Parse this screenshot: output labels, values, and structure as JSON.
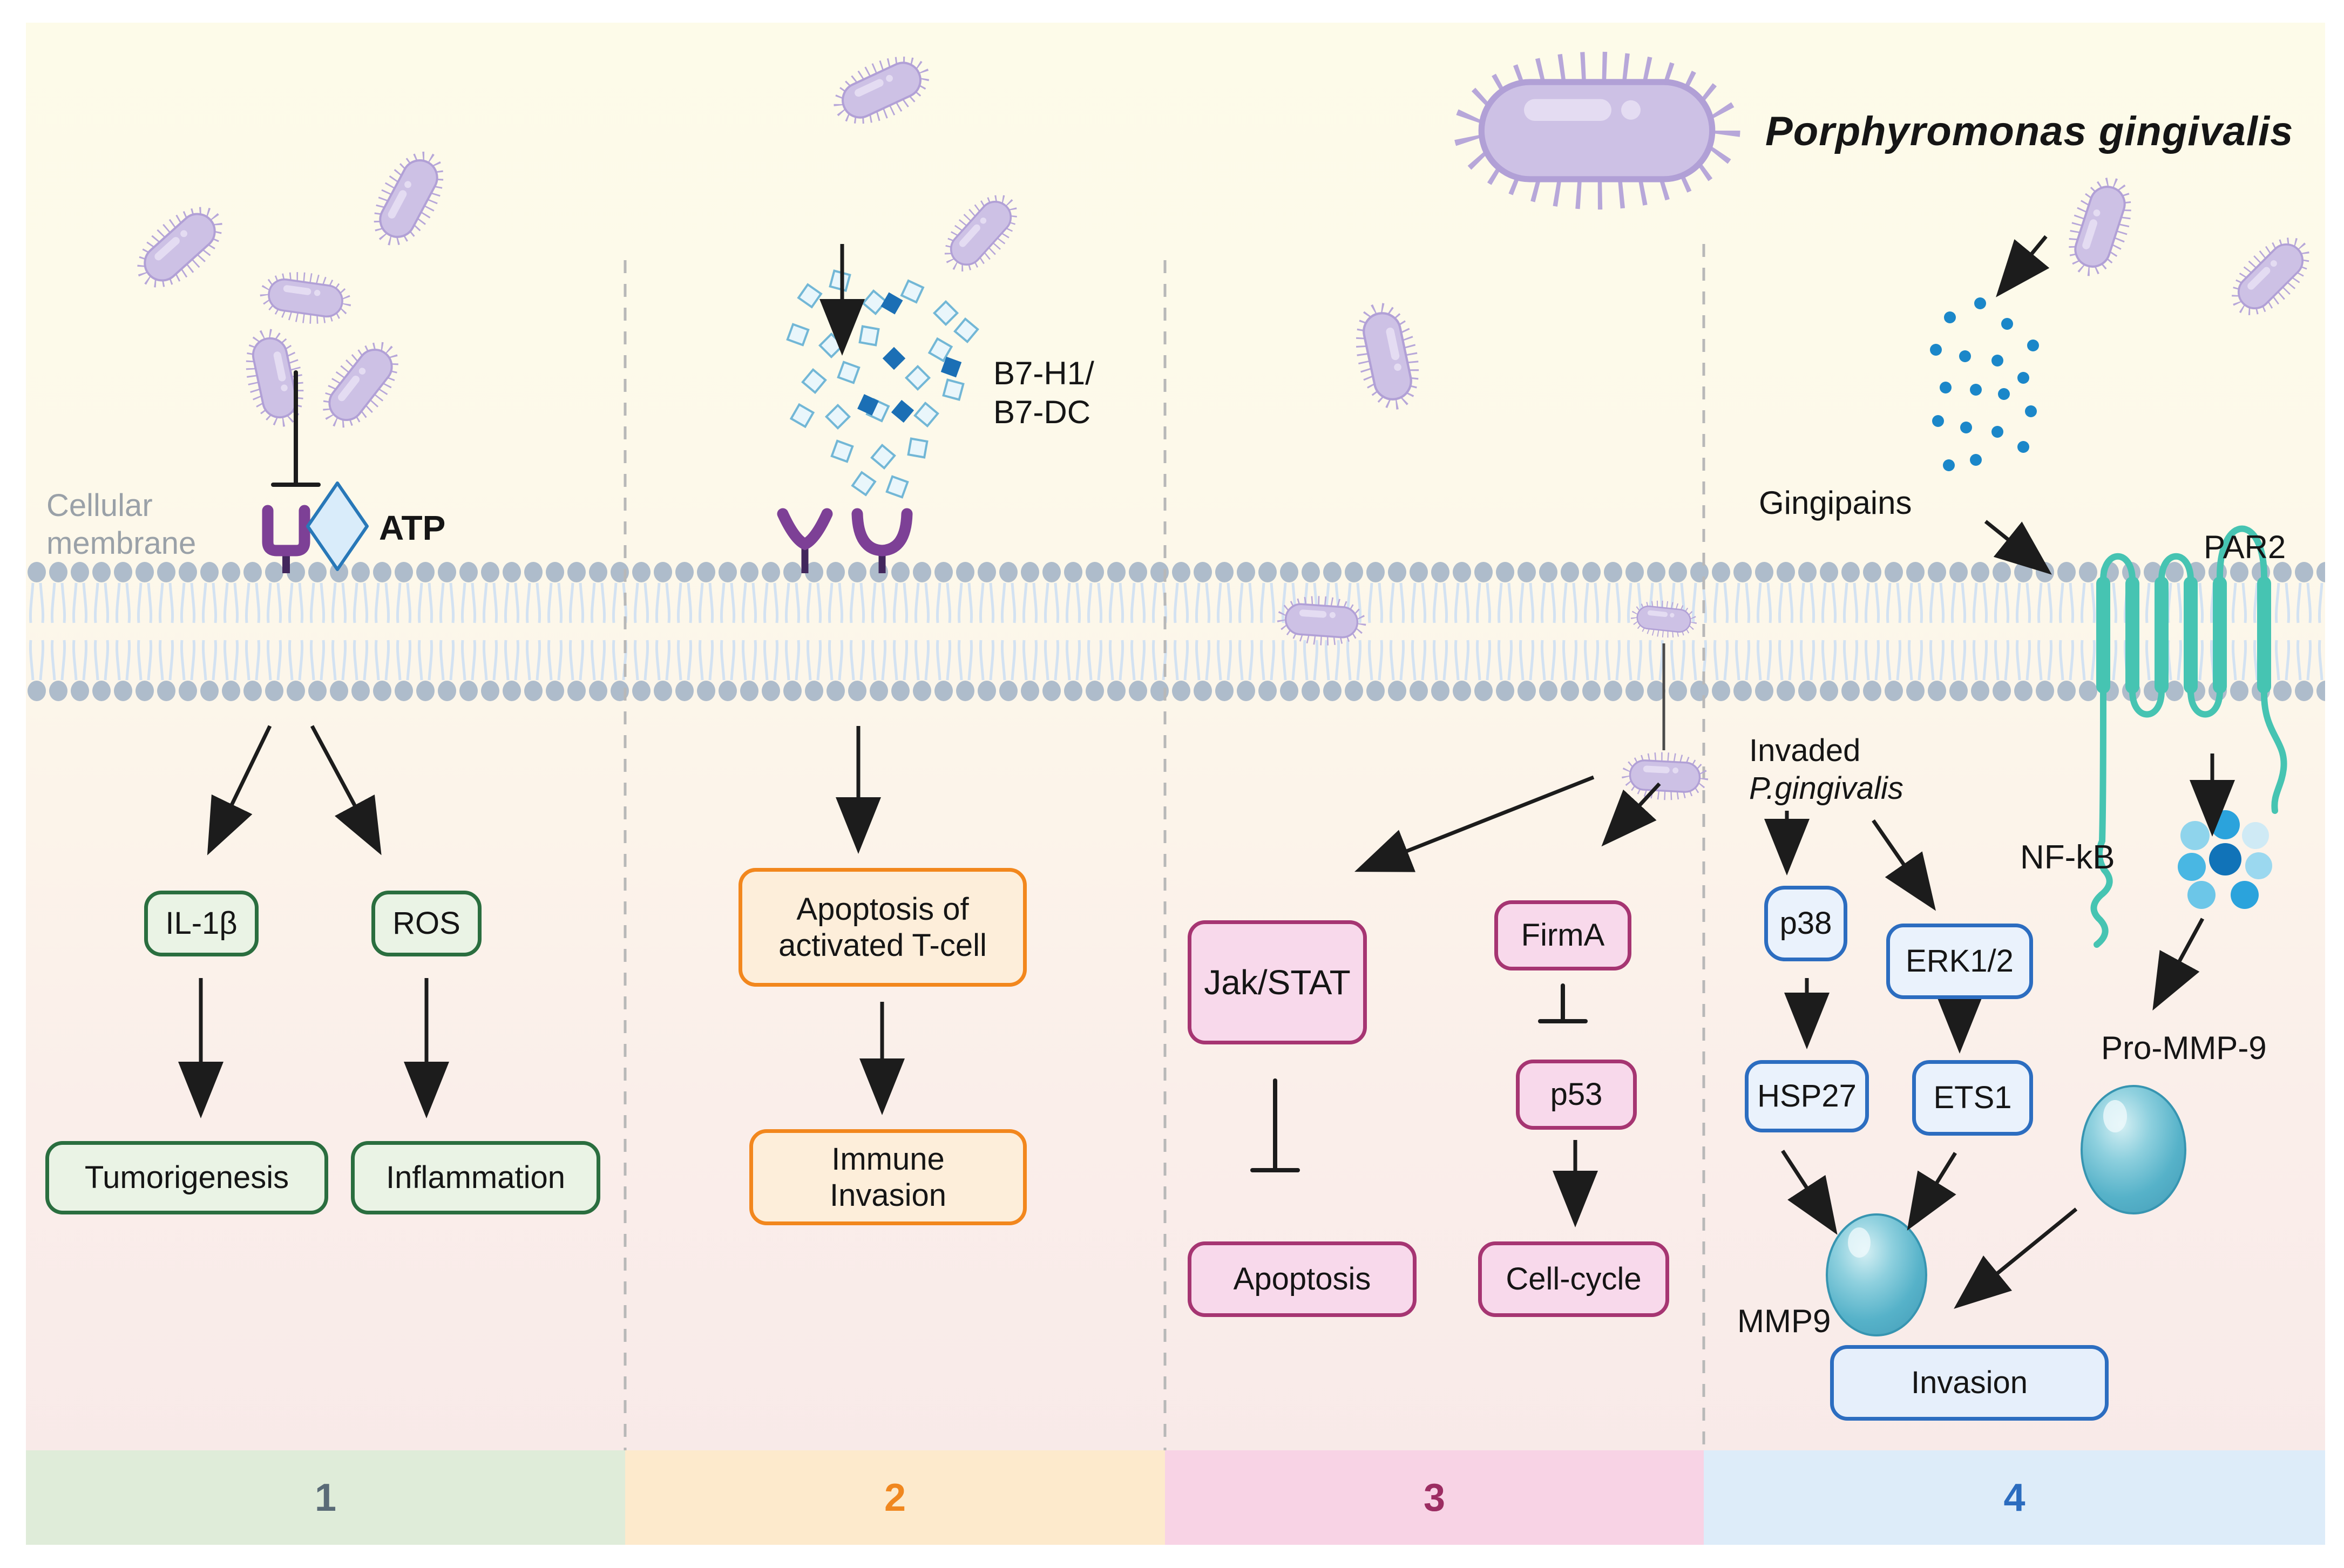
{
  "title": "Porphyromonas gingivalis",
  "membrane": {
    "label_line1": "Cellular",
    "label_line2": "membrane"
  },
  "panels": {
    "p1": {
      "number": "1",
      "atp": "ATP",
      "il1b": "IL-1β",
      "ros": "ROS",
      "tumorigenesis": "Tumorigenesis",
      "inflammation": "Inflammation"
    },
    "p2": {
      "number": "2",
      "ligand_line1": "B7-H1/",
      "ligand_line2": "B7-DC",
      "apoptosis_line1": "Apoptosis of",
      "apoptosis_line2": "activated T-cell",
      "immune_line1": "Immune",
      "immune_line2": "Invasion"
    },
    "p3": {
      "number": "3",
      "jak_stat": "Jak/STAT",
      "firma": "FirmA",
      "p53": "p53",
      "apoptosis": "Apoptosis",
      "cell_cycle": "Cell-cycle"
    },
    "p4": {
      "number": "4",
      "gingipains": "Gingipains",
      "par2": "PAR2",
      "invaded_line1": "Invaded",
      "invaded_line2": "P.gingivalis",
      "nfkb": "NF-kB",
      "pro_mmp9": "Pro-MMP-9",
      "p38": "p38",
      "erk12": "ERK1/2",
      "hsp27": "HSP27",
      "ets1": "ETS1",
      "mmp9": "MMP9",
      "invasion": "Invasion"
    }
  },
  "colors": {
    "background_top": "#fdfbe9",
    "background_bottom": "#f8e9e8",
    "band1_bg": "#dfecd9",
    "band2_bg": "#fdeacc",
    "band3_bg": "#f8d3e5",
    "band4_bg": "#ddecf9",
    "band1_number": "#5a6b77",
    "band2_number": "#f0871f",
    "band3_number": "#9c2d62",
    "band4_number": "#2b6cbf",
    "green_box_border": "#2a6e3f",
    "green_box_fill": "#eaf3e5",
    "orange_box_border": "#f2871d",
    "orange_box_fill": "#fdeeda",
    "pink_box_border": "#a63572",
    "pink_box_fill": "#f8d9eb",
    "blue_box_border": "#2c6dc0",
    "blue_box_fill": "#eaf2fc",
    "membrane_head": "#aebccb",
    "membrane_tail": "#d3e2f2",
    "bacterium_body": "#cdc1e5",
    "bacterium_outline": "#b1a0d6",
    "receptor_purple": "#7d4096",
    "receptor_stem": "#42275c",
    "atp_fill": "#d9ecfa",
    "atp_border": "#2878b8",
    "ligand_square_light": "#e9f6fb",
    "ligand_square_dark": "#1b6fb5",
    "gingipain_dot": "#1b87c9",
    "par2_teal": "#46c4b2",
    "sphere_fill": "#56b2c9",
    "arrow_color": "#1c1c1c",
    "membrane_label_color": "#9aa1a8"
  },
  "icons": {
    "bacterium-icon": "purple rod with radiating pili",
    "atp-icon": "light blue diamond",
    "ligand-squares-icon": "scattered rotated squares (light + dark blue)",
    "gingipains-dots-icon": "scattered blue dots",
    "nfkb-dots-icon": "cluster of blue circles",
    "par2-receptor-icon": "teal seven-pass transmembrane receptor",
    "mmp9-sphere-icon": "teal glossy sphere",
    "inhibition-tbar-icon": "blunt T-bar line",
    "arrow-icon": "black arrow"
  }
}
